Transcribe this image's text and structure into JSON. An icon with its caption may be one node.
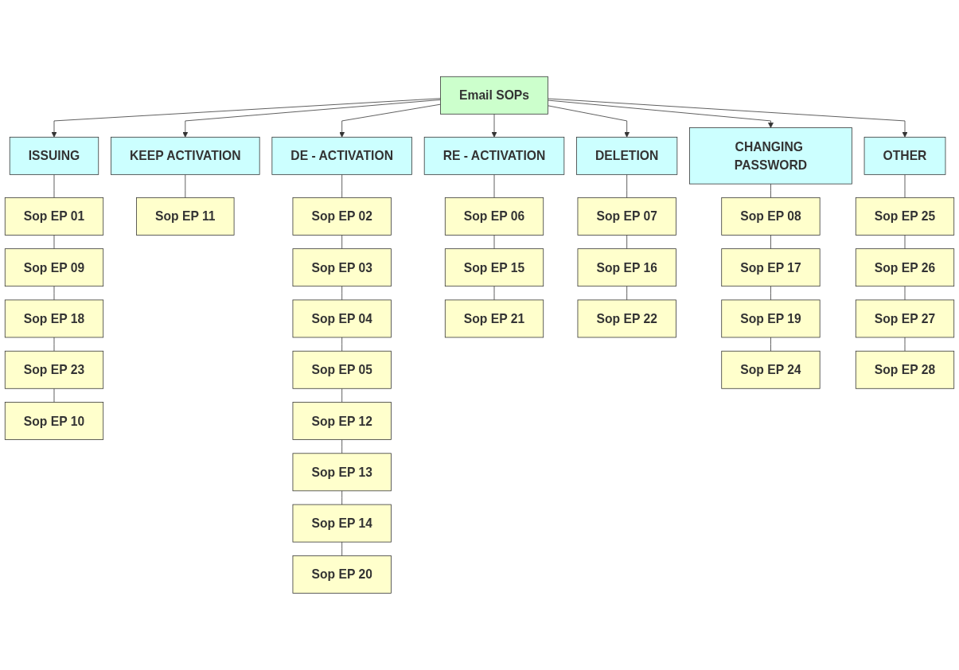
{
  "diagram": {
    "nodes": [
      {
        "text": [
          "Email SOPs"
        ]
      },
      {
        "text": [
          "ISSUING"
        ]
      },
      {
        "text": [
          "KEEP ACTIVATION"
        ]
      },
      {
        "text": [
          "DE - ACTIVATION"
        ]
      },
      {
        "text": [
          "RE - ACTIVATION"
        ]
      },
      {
        "text": [
          "DELETION"
        ]
      },
      {
        "text": [
          "CHANGING PASSWORD"
        ]
      },
      {
        "text": [
          "OTHER"
        ]
      },
      {
        "text": [
          "Sop EP 01"
        ]
      },
      {
        "text": [
          "Sop EP 09"
        ]
      },
      {
        "text": [
          "Sop EP 18"
        ]
      },
      {
        "text": [
          "Sop EP 23"
        ]
      },
      {
        "text": [
          "Sop EP 10"
        ]
      },
      {
        "text": [
          "Sop EP 11"
        ]
      },
      {
        "text": [
          "Sop EP 02"
        ]
      },
      {
        "text": [
          "Sop EP 03"
        ]
      },
      {
        "text": [
          "Sop EP 04"
        ]
      },
      {
        "text": [
          "Sop EP 05"
        ]
      },
      {
        "text": [
          "Sop EP 12"
        ]
      },
      {
        "text": [
          "Sop EP 13"
        ]
      },
      {
        "text": [
          "Sop EP 14"
        ]
      },
      {
        "text": [
          "Sop EP 20"
        ]
      },
      {
        "text": [
          "Sop EP 06"
        ]
      },
      {
        "text": [
          "Sop EP 15"
        ]
      },
      {
        "text": [
          "Sop EP 21"
        ]
      },
      {
        "text": [
          "Sop EP 07"
        ]
      },
      {
        "text": [
          "Sop EP 16"
        ]
      },
      {
        "text": [
          "Sop EP 22"
        ]
      },
      {
        "text": [
          "Sop EP 08"
        ]
      },
      {
        "text": [
          "Sop EP 17"
        ]
      },
      {
        "text": [
          "Sop EP 19"
        ]
      },
      {
        "text": [
          "Sop EP 24"
        ]
      },
      {
        "text": [
          "Sop EP 25"
        ]
      },
      {
        "text": [
          "Sop EP 26"
        ]
      },
      {
        "text": [
          "Sop EP 27"
        ]
      },
      {
        "text": [
          "Sop EP 28"
        ]
      }
    ],
    "edges": [
      {
        "from": 0,
        "to": 1,
        "arrow": "to"
      },
      {
        "from": 0,
        "to": 2,
        "arrow": "to"
      },
      {
        "from": 0,
        "to": 3,
        "arrow": "to"
      },
      {
        "from": 0,
        "to": 4,
        "arrow": "to"
      },
      {
        "from": 0,
        "to": 5,
        "arrow": "to"
      },
      {
        "from": 0,
        "to": 6,
        "arrow": "to"
      },
      {
        "from": 0,
        "to": 7,
        "arrow": "to"
      },
      {
        "from": 1,
        "to": 8,
        "arrow": "none"
      },
      {
        "from": 8,
        "to": 9,
        "arrow": "none"
      },
      {
        "from": 9,
        "to": 10,
        "arrow": "none"
      },
      {
        "from": 10,
        "to": 11,
        "arrow": "none"
      },
      {
        "from": 11,
        "to": 12,
        "arrow": "none"
      },
      {
        "from": 2,
        "to": 13,
        "arrow": "none"
      },
      {
        "from": 3,
        "to": 14,
        "arrow": "none"
      },
      {
        "from": 14,
        "to": 15,
        "arrow": "none"
      },
      {
        "from": 15,
        "to": 16,
        "arrow": "none"
      },
      {
        "from": 16,
        "to": 17,
        "arrow": "none"
      },
      {
        "from": 17,
        "to": 18,
        "arrow": "none"
      },
      {
        "from": 18,
        "to": 19,
        "arrow": "none"
      },
      {
        "from": 19,
        "to": 20,
        "arrow": "none"
      },
      {
        "from": 20,
        "to": 21,
        "arrow": "none"
      },
      {
        "from": 4,
        "to": 22,
        "arrow": "none"
      },
      {
        "from": 22,
        "to": 23,
        "arrow": "none"
      },
      {
        "from": 23,
        "to": 24,
        "arrow": "none"
      },
      {
        "from": 5,
        "to": 25,
        "arrow": "none"
      },
      {
        "from": 25,
        "to": 26,
        "arrow": "none"
      },
      {
        "from": 26,
        "to": 27,
        "arrow": "none"
      },
      {
        "from": 6,
        "to": 28,
        "arrow": "none"
      },
      {
        "from": 28,
        "to": 29,
        "arrow": "none"
      },
      {
        "from": 29,
        "to": 30,
        "arrow": "none"
      },
      {
        "from": 30,
        "to": 31,
        "arrow": "none"
      },
      {
        "from": 7,
        "to": 32,
        "arrow": "none"
      },
      {
        "from": 32,
        "to": 33,
        "arrow": "none"
      },
      {
        "from": 33,
        "to": 34,
        "arrow": "none"
      },
      {
        "from": 34,
        "to": 35,
        "arrow": "none"
      }
    ]
  }
}
